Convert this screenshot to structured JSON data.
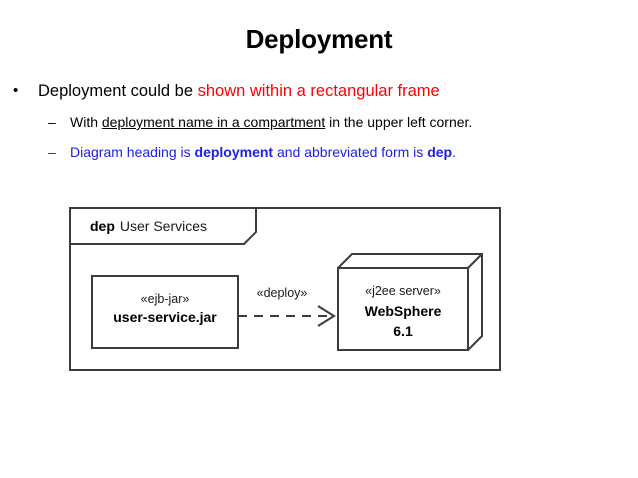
{
  "slide": {
    "title": "Deployment",
    "colors": {
      "text": "#000000",
      "accent_red": "#ff0000",
      "accent_blue": "#2020dd",
      "diagram_stroke": "#3c3c3c"
    },
    "bullets": {
      "level1": {
        "marker": "•",
        "text_plain": "Deployment could be ",
        "text_red": "shown within a rectangular frame"
      },
      "level2_a": {
        "marker": "–",
        "prefix": "With ",
        "underlined": "deployment name in a compartment",
        "suffix": " in the upper left corner."
      },
      "level2_b": {
        "marker": "–",
        "part1": "Diagram heading is ",
        "bold1": "deployment",
        "part2": " and abbreviated form is ",
        "bold2": "dep",
        "part3": "."
      }
    }
  },
  "diagram": {
    "type": "uml-deployment-diagram",
    "frame": {
      "heading_keyword": "dep",
      "heading_name": "User Services"
    },
    "artifact": {
      "stereotype": "«ejb-jar»",
      "name": "user-service.jar"
    },
    "node": {
      "stereotype": "«j2ee server»",
      "name_line1": "WebSphere",
      "name_line2": "6.1"
    },
    "dependency": {
      "stereotype": "«deploy»",
      "style": "dashed-open-arrow"
    }
  }
}
